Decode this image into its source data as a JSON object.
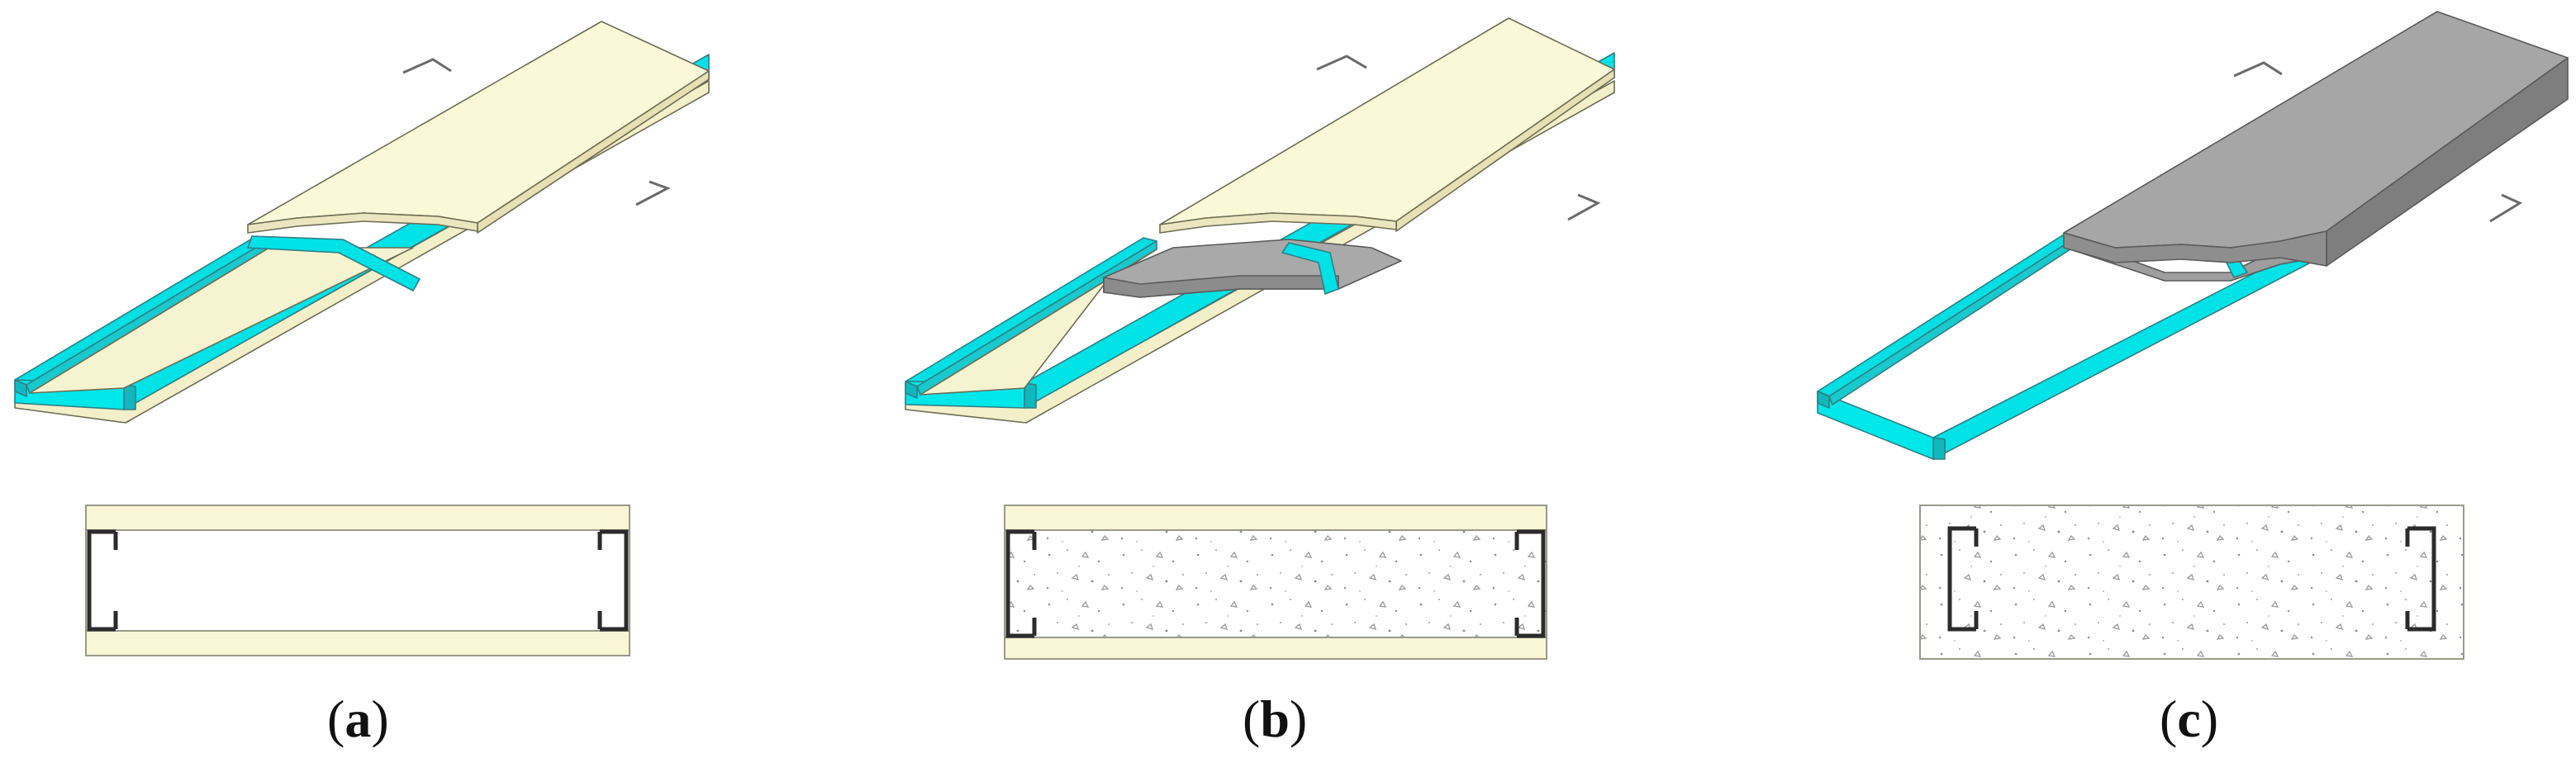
{
  "colors": {
    "board": "#f8f6d4",
    "board_side": "#e7e2b8",
    "steel": "#00e7ea",
    "steel_dark": "#10b6bc",
    "concrete": "#a9a9a9",
    "concrete_dark": "#7d7d7d",
    "section_outline": "#2b2b2b",
    "caption": "#111111"
  },
  "panels": [
    {
      "id": "a",
      "caption": {
        "open": "(",
        "letter": "a",
        "close": ")"
      },
      "description_icons": [
        "cold-formed-steel-frame",
        "double-sided-board",
        "hollow-core"
      ],
      "section": {
        "infill": "hollow",
        "boards": "top-and-bottom"
      }
    },
    {
      "id": "b",
      "caption": {
        "open": "(",
        "letter": "b",
        "close": ")"
      },
      "description_icons": [
        "cold-formed-steel-frame",
        "double-sided-board",
        "concrete-core"
      ],
      "section": {
        "infill": "concrete",
        "boards": "top-and-bottom"
      }
    },
    {
      "id": "c",
      "caption": {
        "open": "(",
        "letter": "c",
        "close": ")"
      },
      "description_icons": [
        "cold-formed-steel-frame",
        "concrete-block"
      ],
      "section": {
        "infill": "concrete",
        "boards": "none"
      }
    }
  ]
}
